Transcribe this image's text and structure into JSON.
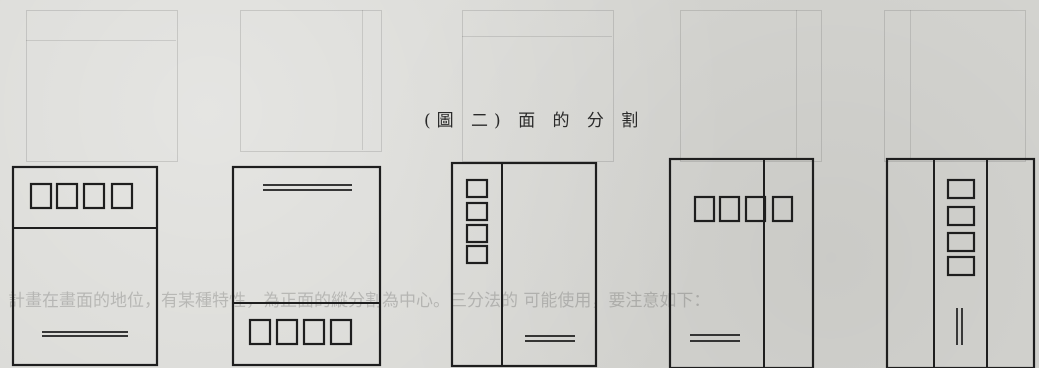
{
  "caption": "(圖 二) 面 的 分 割",
  "bleed_through_text": "計畫在畫面的地位，有某種特性，為正面的縱分割為中心。三分法的 可能使用，要注意如下：",
  "diagrams": [
    {
      "name": "horizontal-split-windows-top",
      "windows": 4,
      "orientation": "horizontal",
      "bars": 1
    },
    {
      "name": "horizontal-split-windows-bottom",
      "windows": 4,
      "orientation": "horizontal",
      "bars": 1
    },
    {
      "name": "vertical-split-windows-left",
      "windows": 4,
      "orientation": "vertical",
      "bars": 1
    },
    {
      "name": "vertical-split-windows-center",
      "windows": 4,
      "orientation": "horizontal",
      "bars": 1
    },
    {
      "name": "three-column-windows-center",
      "windows": 4,
      "orientation": "vertical",
      "bars": 1
    }
  ]
}
